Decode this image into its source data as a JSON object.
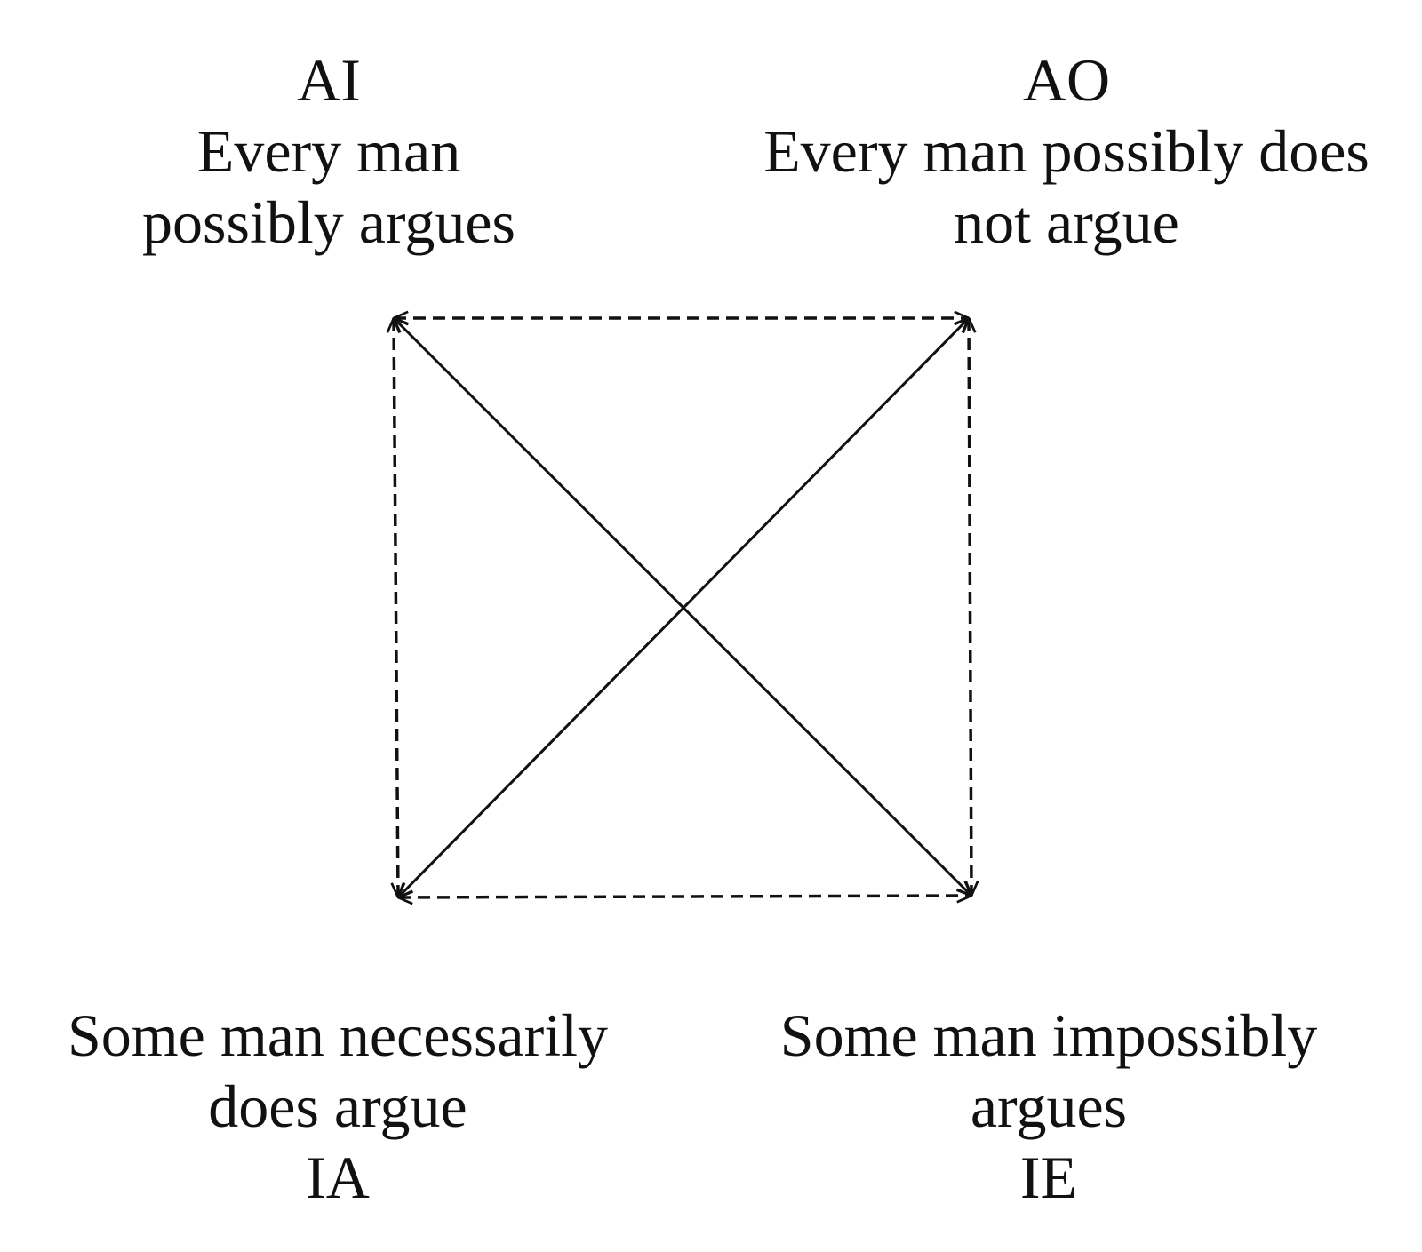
{
  "corners": {
    "top_left": {
      "code": "AI",
      "text_lines": [
        "Every man",
        "possibly argues"
      ]
    },
    "top_right": {
      "code": "AO",
      "text_lines": [
        "Every man possibly does",
        "not argue"
      ]
    },
    "bottom_left": {
      "code": "IA",
      "text_lines": [
        "Some man necessarily",
        "does argue"
      ]
    },
    "bottom_right": {
      "code": "IE",
      "text_lines": [
        "Some man impossibly",
        "argues"
      ]
    }
  },
  "relations": [
    {
      "from": "top_left",
      "to": "top_right",
      "style": "dashed",
      "arrows": "both"
    },
    {
      "from": "bottom_left",
      "to": "bottom_right",
      "style": "dashed",
      "arrows": "both"
    },
    {
      "from": "top_left",
      "to": "bottom_left",
      "style": "dashed",
      "arrows": "both"
    },
    {
      "from": "top_right",
      "to": "bottom_right",
      "style": "dashed",
      "arrows": "both"
    },
    {
      "from": "top_left",
      "to": "bottom_right",
      "style": "solid",
      "arrows": "both"
    },
    {
      "from": "top_right",
      "to": "bottom_left",
      "style": "solid",
      "arrows": "both"
    }
  ],
  "colors": {
    "ink": "#111111",
    "background": "#ffffff"
  }
}
